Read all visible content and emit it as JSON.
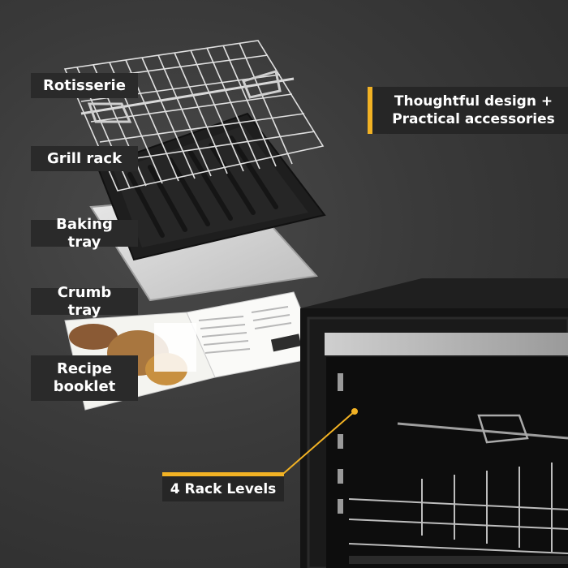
{
  "labels": {
    "rotisserie": "Rotisserie",
    "grill_rack": "Grill rack",
    "baking_tray": "Baking tray",
    "crumb_tray": "Crumb tray",
    "recipe_line1": "Recipe",
    "recipe_line2": "booklet"
  },
  "callouts": {
    "design_line1": "Thoughtful design +",
    "design_line2": "Practical accessories",
    "rack_levels": "4 Rack Levels"
  },
  "colors": {
    "accent": "#f2b224",
    "label_bg": "#2a2a2a",
    "background": "#3a3a3a"
  }
}
